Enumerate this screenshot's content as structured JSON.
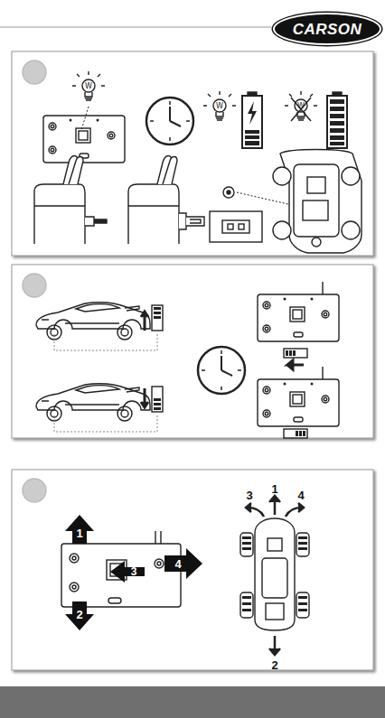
{
  "diagram": {
    "nodes": [
      {
        "text": [
          "CARSON"
        ]
      }
    ],
    "labels": [
      "1",
      "2",
      "3",
      "4",
      "3",
      "1",
      "4",
      "2"
    ]
  }
}
